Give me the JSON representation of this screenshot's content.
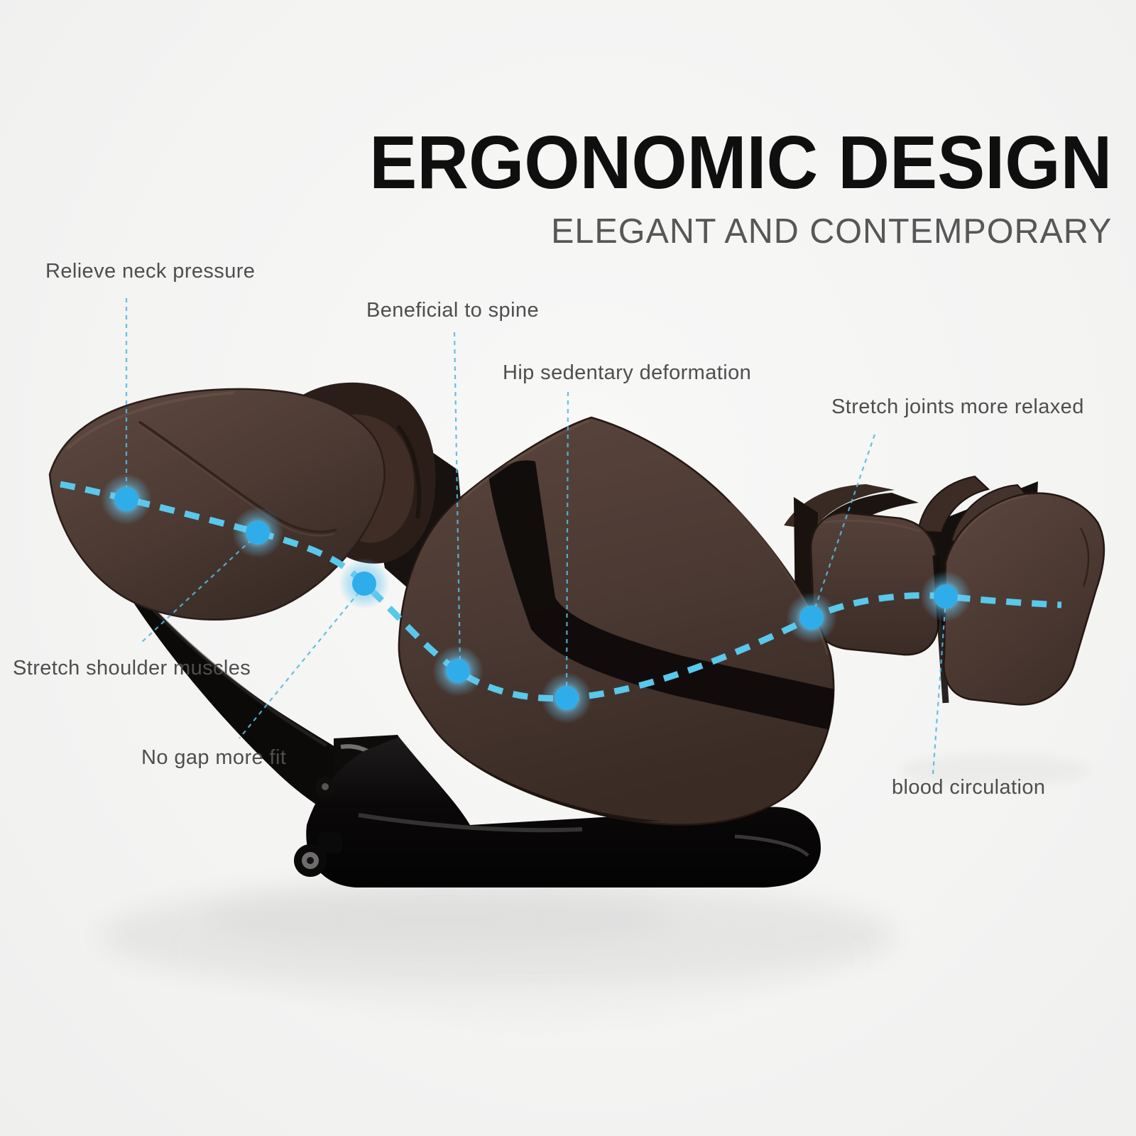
{
  "header": {
    "title": "ERGONOMIC DESIGN",
    "subtitle": "ELEGANT AND CONTEMPORARY"
  },
  "features": [
    {
      "id": "relieve-neck-pressure",
      "label": "Relieve neck pressure"
    },
    {
      "id": "beneficial-to-spine",
      "label": "Beneficial to spine"
    },
    {
      "id": "hip-sedentary-deformation",
      "label": "Hip sedentary deformation"
    },
    {
      "id": "stretch-joints-more-relaxed",
      "label": "Stretch joints more relaxed"
    },
    {
      "id": "stretch-shoulder-muscles",
      "label": "Stretch shoulder muscles"
    },
    {
      "id": "no-gap-more-fit",
      "label": "No gap more fit"
    },
    {
      "id": "blood-circulation",
      "label": "blood circulation"
    }
  ],
  "illustration": {
    "subject": "massage chair reclined in zero-gravity position, side view",
    "massage_points_count": 7,
    "colors": {
      "accent_dash": "#58c8eb",
      "point_core": "#2fadea",
      "point_glow": "#8fd8f3",
      "leather_brown": "#4c3a33",
      "leather_dark": "#2a1d19",
      "shell_black": "#0c0a09",
      "title_text": "#0f0f0f",
      "subtitle_text": "#575757",
      "label_text": "#4e4e4e",
      "background": "#f4f4f3"
    }
  }
}
